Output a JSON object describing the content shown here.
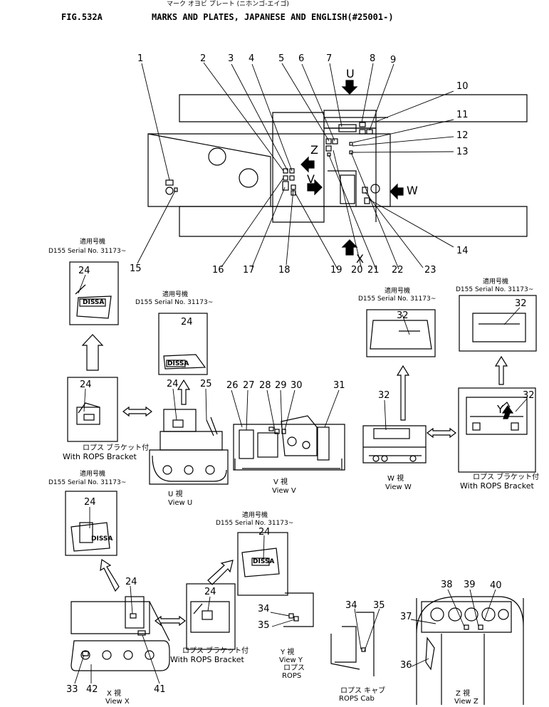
{
  "header": {
    "fig": "FIG.532A",
    "jp_title": "マーク オヨビ プレート (ニホンゴ-エイゴ)",
    "title": "MARKS AND PLATES, JAPANESE AND ENGLISH(#25001-)"
  },
  "callouts": [
    "1",
    "2",
    "3",
    "4",
    "5",
    "6",
    "7",
    "8",
    "9",
    "10",
    "11",
    "12",
    "13",
    "14",
    "15",
    "16",
    "17",
    "18",
    "19",
    "20",
    "21",
    "22",
    "23",
    "24",
    "25",
    "26",
    "27",
    "28",
    "29",
    "30",
    "31",
    "32",
    "33",
    "34",
    "35",
    "36",
    "37",
    "38",
    "39",
    "40",
    "41",
    "42"
  ],
  "view_letters": [
    "U",
    "V",
    "W",
    "X",
    "Z",
    "Y"
  ],
  "serial": {
    "jp": "適用号機",
    "text": "D155  Serial  No.  31173~"
  },
  "rops_bracket": {
    "jp": "ロプス ブラケット付",
    "en": "With ROPS Bracket"
  },
  "plate_text": "DISSA",
  "views": {
    "u": {
      "jp": "U  視",
      "en": "View  U"
    },
    "v": {
      "jp": "V  視",
      "en": "View  V"
    },
    "w": {
      "jp": "W  視",
      "en": "View  W"
    },
    "x": {
      "jp": "X  視",
      "en": "View  X"
    },
    "y": {
      "jp": "Y  視",
      "en": "View  Y",
      "jp2": "ロプス",
      "en2": "ROPS"
    },
    "cab": {
      "jp": "ロプス キャブ",
      "en": "ROPS Cab"
    },
    "z": {
      "jp": "Z  視",
      "en": "View  Z"
    }
  },
  "colors": {
    "ink": "#000000",
    "paper": "#ffffff"
  }
}
